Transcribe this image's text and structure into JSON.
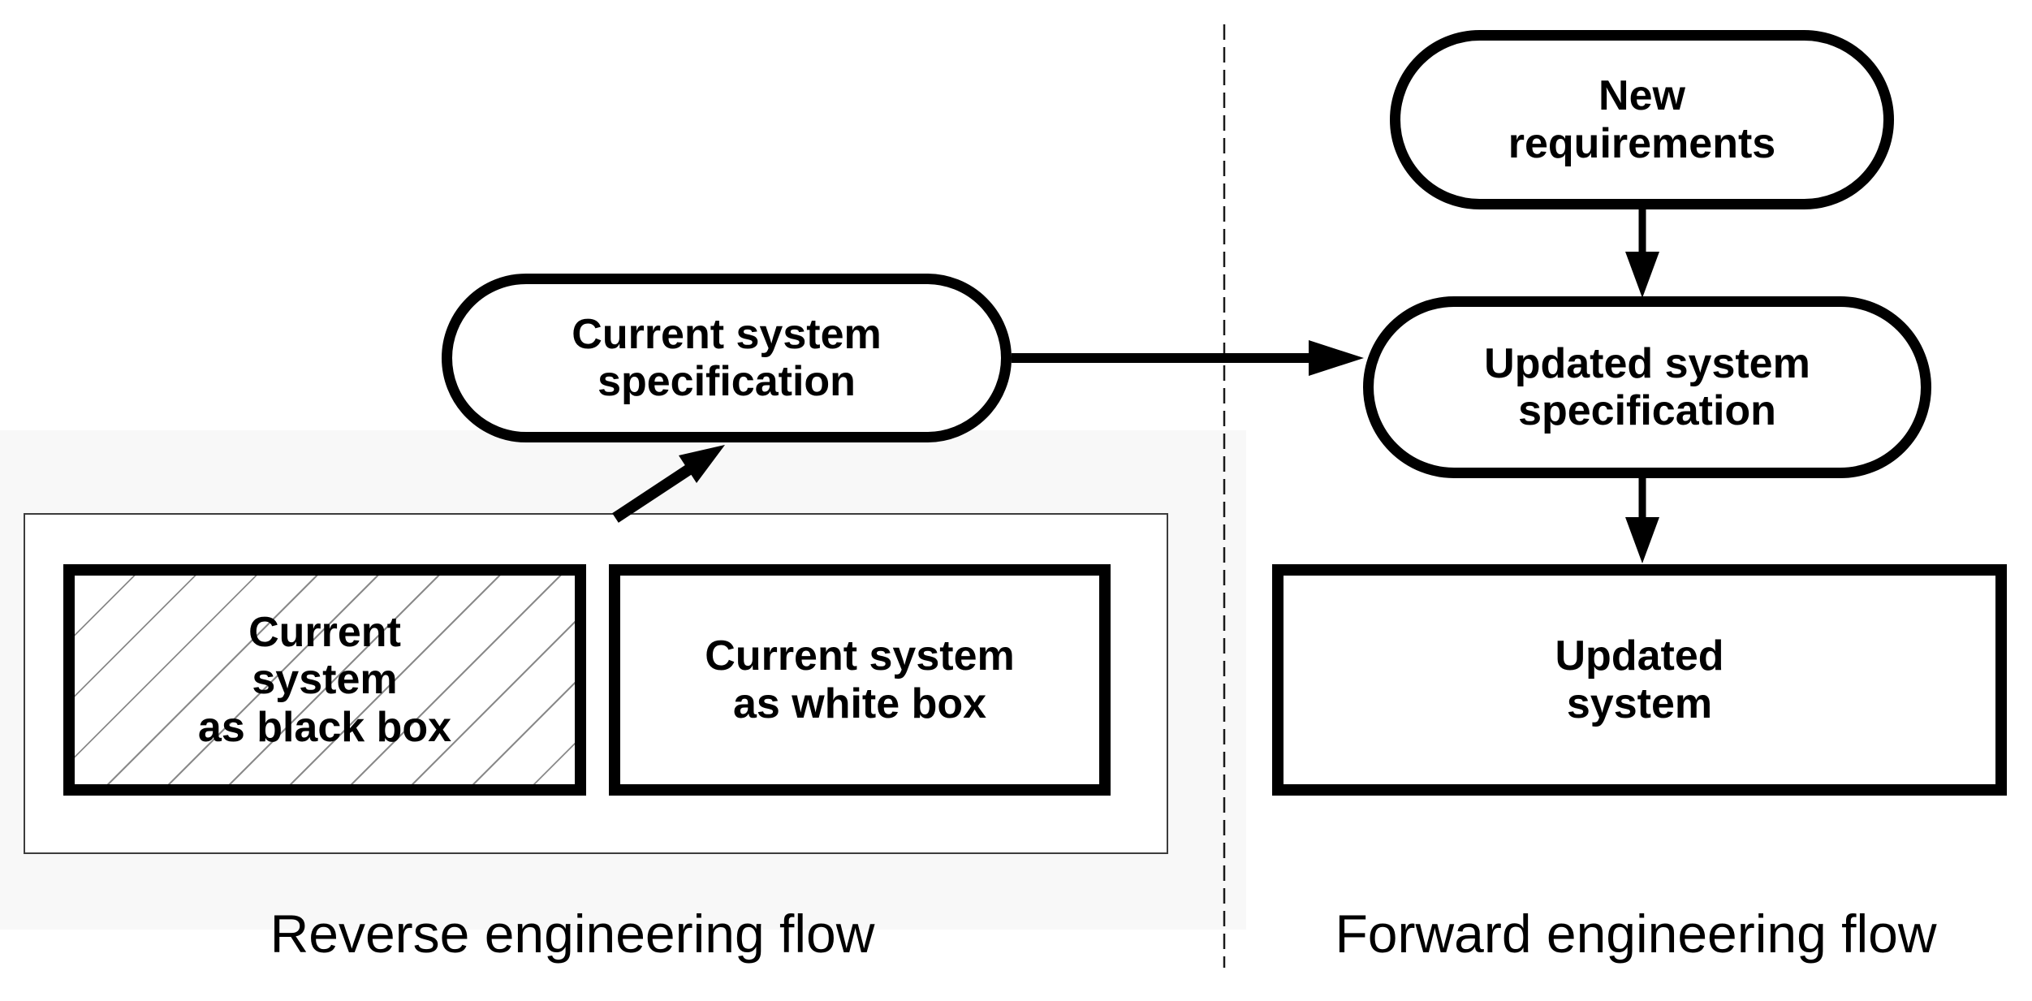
{
  "diagram": {
    "left_flow": {
      "label": "Reverse engineering flow",
      "spec_node": {
        "label": "Current system\nspecification"
      },
      "black_box_node": {
        "label": "Current\nsystem\nas black box"
      },
      "white_box_node": {
        "label": "Current system\nas white box"
      }
    },
    "right_flow": {
      "label": "Forward engineering flow",
      "new_requirements_node": {
        "label": "New\nrequirements"
      },
      "updated_spec_node": {
        "label": "Updated system\nspecification"
      },
      "updated_system_node": {
        "label": "Updated\nsystem"
      }
    },
    "colors": {
      "background": "#ffffff",
      "node_border": "#000000",
      "text": "#000000",
      "hatch_line": "#8a8a8a",
      "container_border": "#3c3c3c",
      "zone_tint": "#f8f8f8",
      "separator_line": "#1a1a1a"
    }
  }
}
